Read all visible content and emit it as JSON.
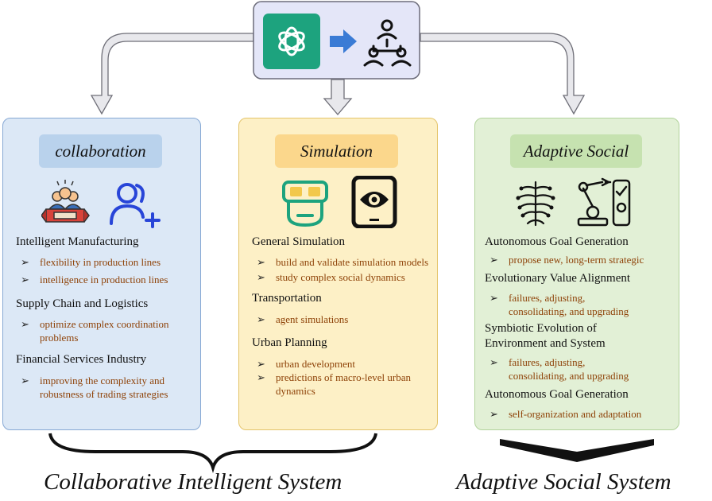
{
  "panels": [
    {
      "title": "collaboration",
      "sections": [
        {
          "heading": "Intelligent Manufacturing",
          "items": [
            "flexibility in production lines",
            "intelligence  in production lines"
          ]
        },
        {
          "heading": "Supply Chain and Logistics",
          "items": [
            "optimize complex coordination problems"
          ]
        },
        {
          "heading": "Financial Services Industry",
          "items": [
            "improving the complexity and robustness of trading strategies"
          ]
        }
      ]
    },
    {
      "title": "Simulation",
      "sections": [
        {
          "heading": "General Simulation",
          "items": [
            "build and validate simulation models",
            "study complex social dynamics"
          ]
        },
        {
          "heading": "Transportation",
          "items": [
            "agent simulations"
          ]
        },
        {
          "heading": "Urban Planning",
          "items": [
            "urban development",
            "predictions of macro-level urban dynamics"
          ]
        }
      ]
    },
    {
      "title": "Adaptive Social",
      "sections": [
        {
          "heading": "Autonomous Goal Generation",
          "items": [
            "propose new, long-term strategic"
          ]
        },
        {
          "heading": "Evolutionary Value Alignment",
          "items": [
            "failures, adjusting, consolidating, and upgrading"
          ]
        },
        {
          "heading": "Symbiotic Evolution of Environment and System",
          "items": [
            "failures, adjusting, consolidating, and upgrading"
          ]
        },
        {
          "heading": "Autonomous Goal Generation",
          "items": [
            "self-organization and adaptation"
          ]
        }
      ]
    }
  ],
  "bottom_labels": {
    "left": "Collaborative Intelligent System",
    "right": "Adaptive Social System"
  },
  "icons": {
    "top": [
      "openai-logo-icon",
      "arrow-right-icon",
      "multi-agent-network-icon"
    ],
    "collaboration": [
      "team-award-icon",
      "add-user-icon"
    ],
    "simulation": [
      "vr-headset-face-icon",
      "mobile-eye-icon"
    ],
    "adaptive": [
      "neural-tree-icon",
      "robot-arm-checklist-icon"
    ]
  },
  "colors": {
    "blue_panel": "#dce8f6",
    "yellow_panel": "#fdf0c6",
    "green_panel": "#e2f0d6",
    "item_text": "#8e4208",
    "openai_green": "#1da37e"
  }
}
